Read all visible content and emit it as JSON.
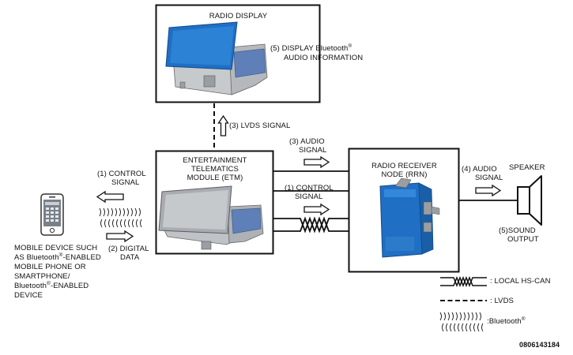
{
  "blocks": {
    "radio_display": {
      "title": "RADIO DISPLAY"
    },
    "etm": {
      "title_1": "ENTERTAINMENT",
      "title_2": "TELEMATICS",
      "title_3": "MODULE (ETM)"
    },
    "rrn": {
      "title_1": "RADIO RECEIVER",
      "title_2": "NODE (RRN)"
    },
    "speaker": {
      "title": "SPEAKER"
    }
  },
  "labels": {
    "display_info_1": "(5)  DISPLAY Bluetooth",
    "display_info_2": "AUDIO INFORMATION",
    "lvds_signal": "(3) LVDS SIGNAL",
    "audio_etm_1": "(3) AUDIO",
    "audio_etm_2": "SIGNAL",
    "control_etm_1": "(1) CONTROL",
    "control_etm_2": "SIGNAL",
    "control_mobile_1": "(1) CONTROL",
    "control_mobile_2": "SIGNAL",
    "digital_data_1": "(2)  DIGITAL",
    "digital_data_2": "DATA",
    "audio_rrn_1": "(4) AUDIO",
    "audio_rrn_2": "SIGNAL",
    "sound_output_1": "(5)SOUND",
    "sound_output_2": "OUTPUT",
    "mobile_1": "MOBILE DEVICE SUCH",
    "mobile_2": "AS Bluetooth",
    "mobile_2b": "-ENABLED",
    "mobile_3": "MOBILE PHONE OR",
    "mobile_4": "SMARTPHONE/",
    "mobile_5": "Bluetooth",
    "mobile_5b": "-ENABLED",
    "mobile_6": "DEVICE",
    "registered_mark": "®"
  },
  "legend": {
    "can": ": LOCAL HS-CAN",
    "lvds": ": LVDS",
    "bt": ":Bluetooth"
  },
  "footer": {
    "figure_id": "0806143184"
  },
  "colors": {
    "module_blue": "#1f6fc4",
    "module_grey": "#a9adb2",
    "line": "#111111"
  }
}
